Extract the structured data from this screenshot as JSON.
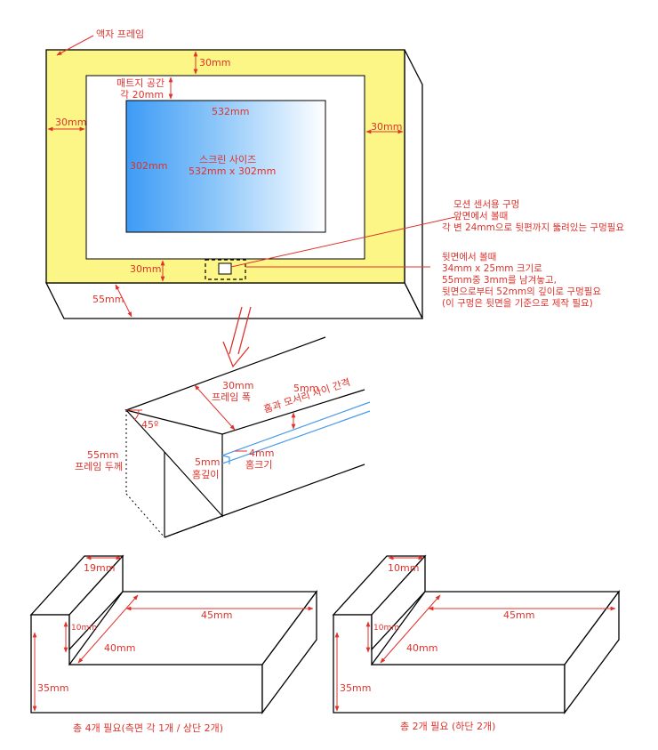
{
  "colors": {
    "frame_fill": "#fbf685",
    "dimension_red": "#e0322b",
    "groove_blue": "#4a9be8",
    "screen_gradient_start": "#3d9bf5",
    "screen_gradient_end": "#ffffff"
  },
  "top_view": {
    "frame_label": "액자 프레임",
    "top_margin": "30mm",
    "mat_label_line1": "매트지 공간",
    "mat_label_line2": "각 20mm",
    "screen_width": "532mm",
    "screen_height": "302mm",
    "screen_label_line1": "스크린 사이즈",
    "screen_label_line2": "532mm x 302mm",
    "left_margin": "30mm",
    "right_margin": "30mm",
    "bottom_margin": "30mm",
    "depth": "55mm",
    "motion_note": [
      "모션 센서용 구멍",
      "앞면에서 볼때",
      "각 변 24mm으로 뒷편까지 뚫려있는 구멍필요"
    ],
    "back_note": [
      "뒷면에서 볼때",
      "34mm x 25mm 크기로",
      "55mm중 3mm를 남겨놓고,",
      "뒷면으로부터 52mm의 깊이로 구멍필요",
      "(이 구멍은 뒷면을 기준으로 제작 필요)"
    ]
  },
  "profile_view": {
    "frame_width_line1": "30mm",
    "frame_width_line2": "프레임 폭",
    "groove_gap_line1": "5mm",
    "groove_gap_line2": "홈과 모서리 사이 간격",
    "angle": "45º",
    "thickness_line1": "55mm",
    "thickness_line2": "프레임 두께",
    "groove_depth_line1": "5mm",
    "groove_depth_line2": "홈깊이",
    "groove_size_line1": "4mm",
    "groove_size_line2": "홈크기"
  },
  "part_a": {
    "lip_width": "19mm",
    "lip_height": "10mm",
    "length": "45mm",
    "base_depth": "40mm",
    "height": "35mm",
    "caption": "총 4개 필요(측면 각 1개 / 상단 2개)"
  },
  "part_b": {
    "lip_width": "10mm",
    "lip_height": "10mm",
    "length": "45mm",
    "base_depth": "40mm",
    "height": "35mm",
    "caption": "총 2개 필요 (하단 2개)"
  }
}
